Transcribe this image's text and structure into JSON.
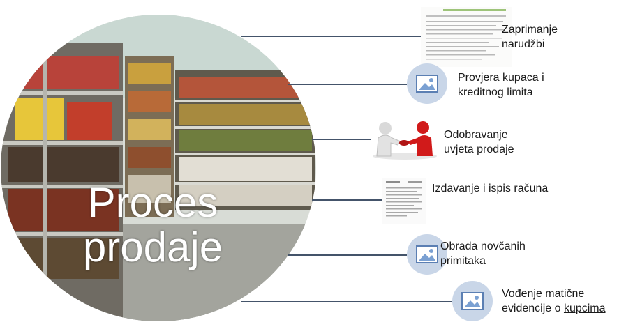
{
  "center": {
    "title_line1": "Proces",
    "title_line2": "prodaje"
  },
  "steps": [
    {
      "line1": "Zaprimanje",
      "line2": "narudžbi",
      "icon": "order-document-thumbnail"
    },
    {
      "line1": "Provjera kupaca i",
      "line2": "kreditnog limita",
      "icon": "picture-placeholder-icon"
    },
    {
      "line1": "Odobravanje",
      "line2": "uvjeta prodaje",
      "icon": "handshake-icon"
    },
    {
      "line1": "Izdavanje i ispis računa",
      "line2": "",
      "icon": "invoice-thumbnail"
    },
    {
      "line1": "Obrada novčanih",
      "line2": "primitaka",
      "icon": "picture-placeholder-icon"
    },
    {
      "line1": "Vođenje matične",
      "line2_prefix": "evidencije o ",
      "line2_underlined": "kupcima",
      "icon": "picture-placeholder-icon"
    }
  ],
  "colors": {
    "connector": "#44546a",
    "placeholder_bg": "#c9d6e8",
    "handshake_red": "#d11a1a"
  }
}
